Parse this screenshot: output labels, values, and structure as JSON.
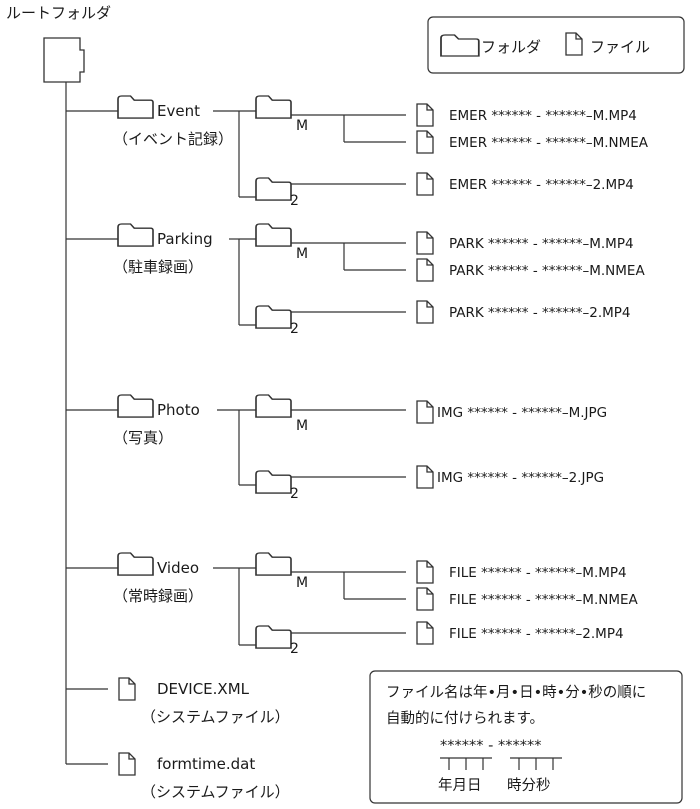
{
  "root": {
    "label": "ルートフォルダ"
  },
  "legend": {
    "folder_label": "フォルダ",
    "file_label": "ファイル"
  },
  "folders": [
    {
      "name": "Event",
      "desc": "（イベント記録）",
      "subfolders": [
        {
          "name": "M",
          "files": [
            "EMER ****** - ******–M.MP4",
            "EMER ****** - ******–M.NMEA"
          ]
        },
        {
          "name": "2",
          "files": [
            "EMER ****** - ******–2.MP4"
          ]
        }
      ]
    },
    {
      "name": "Parking",
      "desc": "（駐車録画）",
      "subfolders": [
        {
          "name": "M",
          "files": [
            "PARK ****** - ******–M.MP4",
            "PARK ****** - ******–M.NMEA"
          ]
        },
        {
          "name": "2",
          "files": [
            "PARK ****** - ******–2.MP4"
          ]
        }
      ]
    },
    {
      "name": "Photo",
      "desc": "（写真）",
      "subfolders": [
        {
          "name": "M",
          "files": [
            "IMG ****** - ******–M.JPG"
          ]
        },
        {
          "name": "2",
          "files": [
            "IMG ****** - ******–2.JPG"
          ]
        }
      ]
    },
    {
      "name": "Video",
      "desc": "（常時録画）",
      "subfolders": [
        {
          "name": "M",
          "files": [
            "FILE ****** - ******–M.MP4",
            "FILE ****** - ******–M.NMEA"
          ]
        },
        {
          "name": "2",
          "files": [
            "FILE ****** - ******–2.MP4"
          ]
        }
      ]
    }
  ],
  "root_files": [
    {
      "name": "DEVICE.XML",
      "desc": "（システムファイル）"
    },
    {
      "name": "formtime.dat",
      "desc": "（システムファイル）"
    }
  ],
  "note": {
    "line1": "ファイル名は年•月•日•時•分•秒の順に",
    "line2": "自動的に付けられます。",
    "pattern": "****** - ******",
    "date_label": "年月日",
    "time_label": "時分秒"
  }
}
